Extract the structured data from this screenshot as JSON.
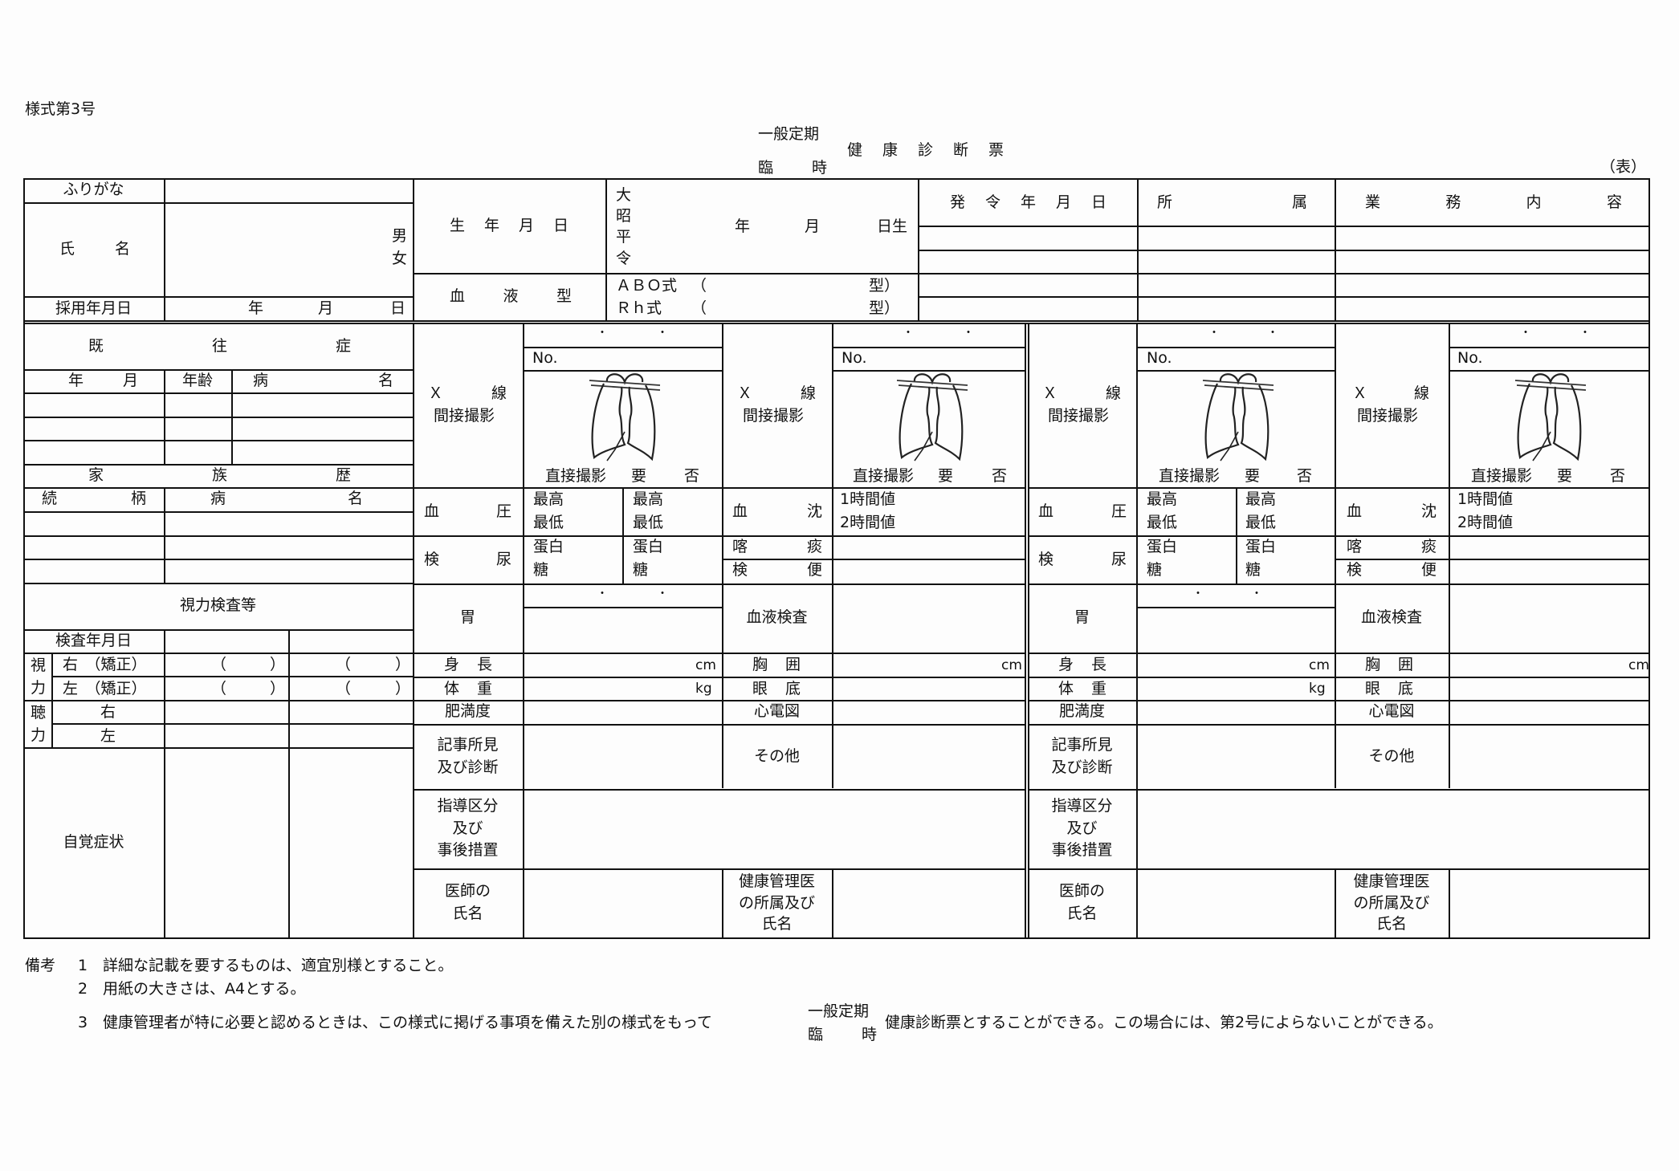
{
  "form_number": "様式第3号",
  "title": {
    "type_top": "一般定期",
    "type_bottom_left": "臨",
    "type_bottom_right": "時",
    "main": [
      "健",
      "康",
      "診",
      "断",
      "票"
    ],
    "side_label": "（表）"
  },
  "personal": {
    "furigana_label": "ふりがな",
    "name_label": [
      "氏",
      "名"
    ],
    "sex": [
      "男",
      "女"
    ],
    "hire_date_label": "採用年月日",
    "hire_date_units": [
      "年",
      "月",
      "日"
    ],
    "birth_label": [
      "生",
      "年",
      "月",
      "日"
    ],
    "eras": [
      "大",
      "昭",
      "平",
      "令"
    ],
    "birth_units": [
      "年",
      "月",
      "日生"
    ],
    "blood_label": [
      "血",
      "液",
      "型"
    ],
    "abo": {
      "label": "ＡＢＯ式",
      "open": "（",
      "close": "型）"
    },
    "rh": {
      "label": "Ｒｈ式",
      "open": "（",
      "close": "型）"
    }
  },
  "assignment": {
    "order_date_header": [
      "発",
      "令",
      "年",
      "月",
      "日"
    ],
    "dept_header": [
      "所",
      "属"
    ],
    "duties_header": [
      "業",
      "務",
      "内",
      "容"
    ]
  },
  "history": {
    "past_header": [
      "既",
      "往",
      "症"
    ],
    "past_cols": {
      "year_month": [
        "年",
        "月"
      ],
      "age": "年齢",
      "disease": [
        "病",
        "名"
      ]
    },
    "family_header": [
      "家",
      "族",
      "歴"
    ],
    "family_cols": {
      "relation": [
        "続",
        "柄"
      ],
      "disease": [
        "病",
        "名"
      ]
    }
  },
  "vision": {
    "header": "視力検査等",
    "exam_date": "検査年月日",
    "vision_label": [
      "視",
      "力"
    ],
    "hearing_label": [
      "聴",
      "力"
    ],
    "right_corrected": "右　（矯正）",
    "left_corrected": "左　（矯正）",
    "right": "右",
    "left": "左",
    "paren_open": "（",
    "paren_close": "）",
    "symptoms": "自覚症状"
  },
  "exam_blocks": [
    {
      "xray_label": [
        "Ｘ",
        "線"
      ],
      "xray_sub": "間接撮影",
      "dots": "・　　　　　・",
      "no_label": "No.",
      "direct": [
        "直接撮影",
        "要",
        "否"
      ],
      "bp_label": [
        "血",
        "圧"
      ],
      "bp_values": [
        "最高",
        "最低"
      ],
      "urine_label": [
        "検",
        "尿"
      ],
      "urine_values": [
        "蛋白",
        "糖"
      ],
      "stomach": "胃",
      "height": [
        "身",
        "長"
      ],
      "height_unit": "cm",
      "weight": [
        "体",
        "重"
      ],
      "weight_unit": "kg",
      "obesity": "肥満度",
      "findings": [
        "記事所見",
        "及び診断"
      ],
      "guidance": [
        "指導区分",
        "及び",
        "事後措置"
      ],
      "doctor": [
        "医師の",
        "氏名"
      ]
    },
    {
      "xray_label": [
        "Ｘ",
        "線"
      ],
      "xray_sub": "間接撮影",
      "no_label": "No.",
      "direct": [
        "直接撮影",
        "要",
        "否"
      ],
      "esr_label": [
        "血",
        "沈"
      ],
      "esr_values": [
        "1時間値",
        "2時間値"
      ],
      "sputum": [
        "喀",
        "痰"
      ],
      "stool": [
        "検",
        "便"
      ],
      "blood_test": "血液検査",
      "chest": [
        "胸",
        "囲"
      ],
      "chest_unit": "cm",
      "fundus": [
        "眼",
        "底"
      ],
      "ecg": "心電図",
      "other": "その他",
      "health_officer": [
        "健康管理医",
        "の所属及び",
        "氏名"
      ]
    }
  ],
  "notes": {
    "label": "備考",
    "items": [
      {
        "num": "1",
        "text": "詳細な記載を要するものは、適宜別様とすること。"
      },
      {
        "num": "2",
        "text": "用紙の大きさは、A4とする。"
      },
      {
        "num": "3",
        "text_before": "健康管理者が特に必要と認めるときは、この様式に掲げる事項を備えた別の様式をもって",
        "type_top": "一般定期",
        "type_bottom_left": "臨",
        "type_bottom_right": "時",
        "text_after": "健康診断票とすることができる。この場合には、第2号によらないことができる。"
      }
    ]
  }
}
